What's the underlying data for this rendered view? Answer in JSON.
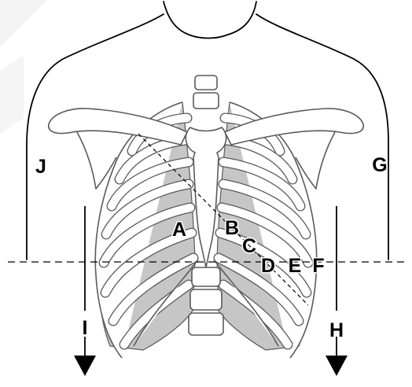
{
  "labels": {
    "a": "A",
    "b": "B",
    "c": "C",
    "d": "D",
    "e": "E",
    "f": "F",
    "g": "G",
    "h": "H",
    "i": "I",
    "j": "J"
  },
  "colors": {
    "lung_fill": "#c6c6c6",
    "bone_outline": "#5a5a5a",
    "line": "#000000",
    "background": "#ffffff"
  }
}
